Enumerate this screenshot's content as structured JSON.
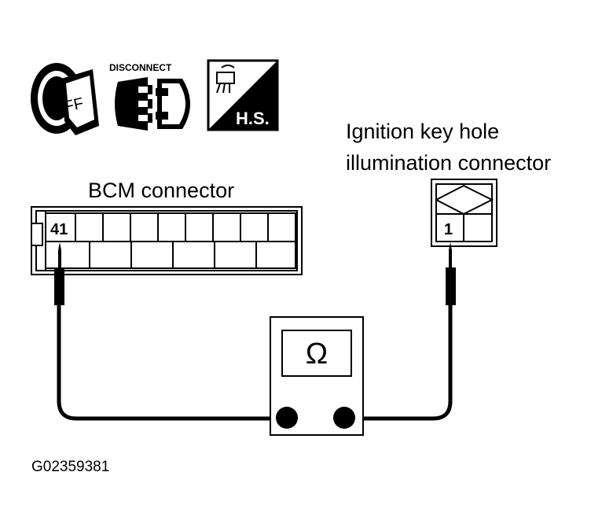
{
  "icons": {
    "ignition_label": "OFF",
    "disconnect_label": "DISCONNECT",
    "harness_label": "H.S."
  },
  "bcm": {
    "title": "BCM connector",
    "pin": "41"
  },
  "key_hole": {
    "title_line1": "Ignition key hole",
    "title_line2": "illumination connector",
    "pin": "1"
  },
  "meter": {
    "symbol": "Ω"
  },
  "figure_code": "G02359381"
}
